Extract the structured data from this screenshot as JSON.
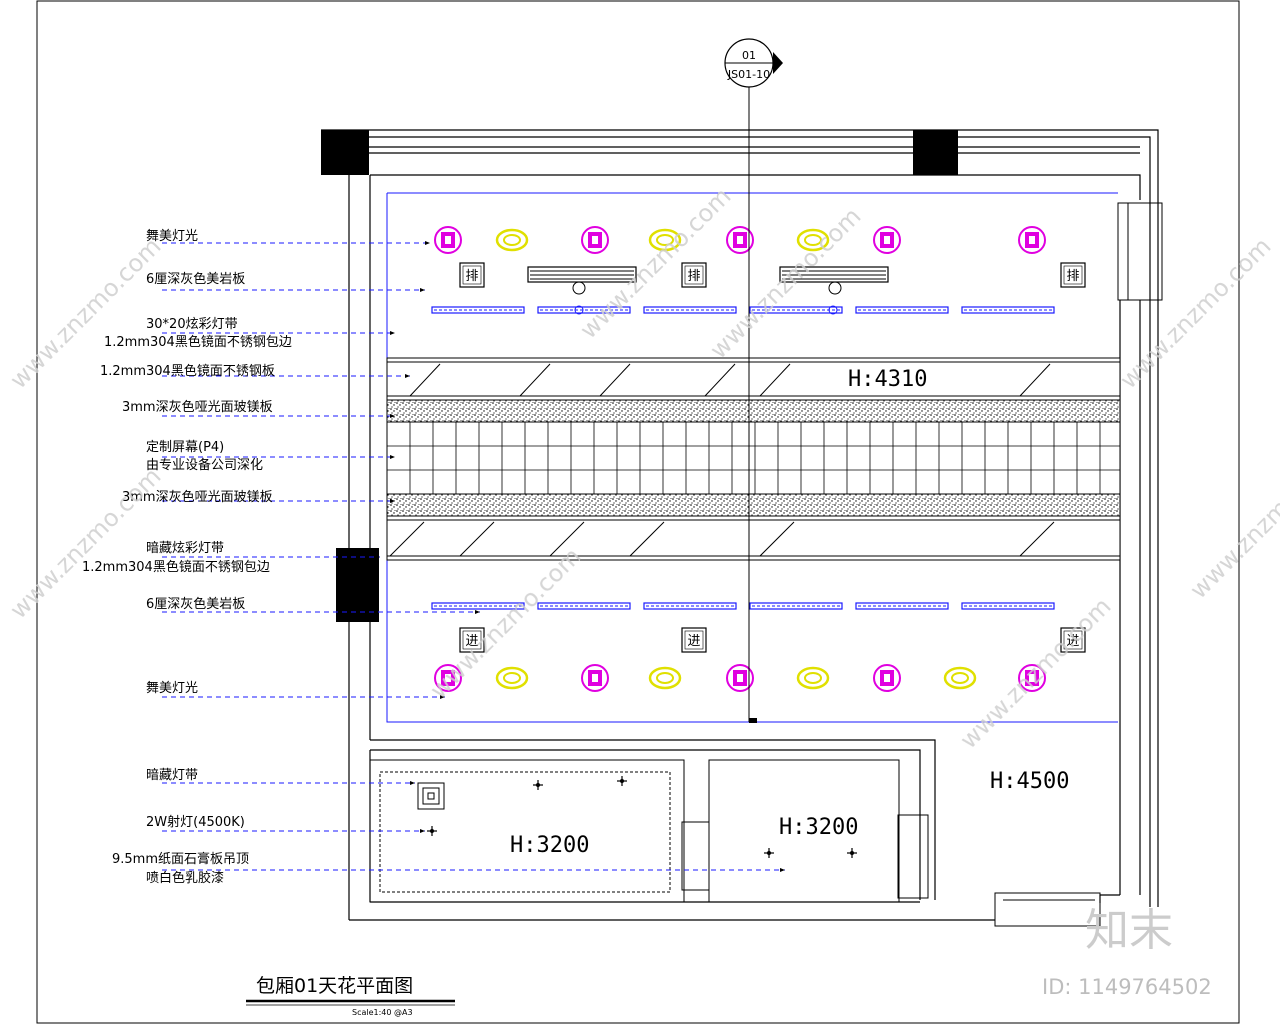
{
  "drawing": {
    "title": "包厢01天花平面图",
    "scale": "Scale1:40 @A3",
    "section_marker": {
      "number": "01",
      "sheet": "JS01-10"
    },
    "heights": [
      "H:4310",
      "H:4500",
      "H:3200",
      "H:3200"
    ],
    "fixture_tags": {
      "exhaust": "排",
      "intake": "进"
    }
  },
  "annotations": [
    "舞美灯光",
    "6厘深灰色美岩板",
    "30*20炫彩灯带",
    "1.2mm304黑色镜面不锈钢包边",
    "1.2mm304黑色镜面不锈钢板",
    "3mm深灰色哑光面玻镁板",
    "定制屏幕(P4)",
    "由专业设备公司深化",
    "3mm深灰色哑光面玻镁板",
    "暗藏炫彩灯带",
    "1.2mm304黑色镜面不锈钢包边",
    "6厘深灰色美岩板",
    "舞美灯光",
    "暗藏灯带",
    "2W射灯(4500K)",
    "9.5mm纸面石膏板吊顶",
    "喷白色乳胶漆"
  ],
  "watermarks": {
    "site": "www.znzmo.com",
    "brand": "知末",
    "id": "ID: 1149764502"
  },
  "colors": {
    "line": "#000000",
    "accent_blue": "#1a1aff",
    "lamp_magenta": "#e000e0",
    "lamp_yellow": "#e0e000"
  }
}
